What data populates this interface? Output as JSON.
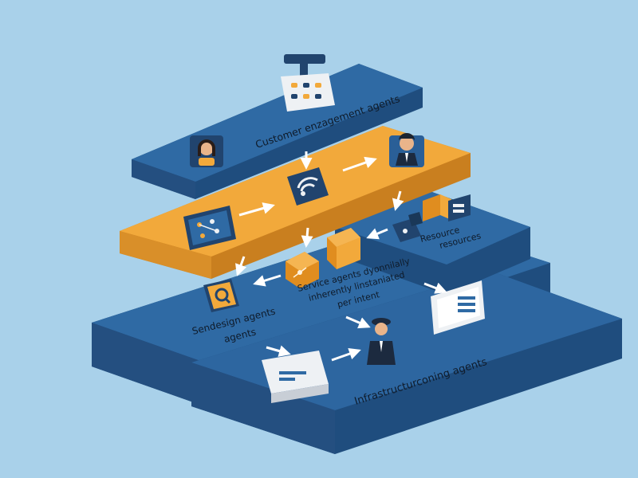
{
  "diagram": {
    "colors": {
      "background": "#a9d1ea",
      "blue_top": "#2f6aa4",
      "blue_side": "#1f4d7e",
      "orange_top": "#f2a93b",
      "orange_side": "#c97f1f",
      "icon_white": "#eef1f4",
      "icon_navy": "#21446e"
    },
    "layers": [
      {
        "id": "customer",
        "label": "Customer enzagement agents"
      },
      {
        "id": "service",
        "label_lines": [
          "Service agents dyonnilally",
          "inherently linstaniated",
          "per intent"
        ]
      },
      {
        "id": "resource",
        "label_lines": [
          "Resource",
          "resources"
        ]
      },
      {
        "id": "sensing",
        "label_lines": [
          "Sendesign agents",
          "agents"
        ]
      },
      {
        "id": "infrastructure",
        "label": "Infrastructurconing agents"
      }
    ],
    "icons": [
      "routing-board-icon",
      "support-agent-icon",
      "businessman-icon",
      "wifi-device-icon",
      "analytics-dashboard-icon",
      "orange-box-icon",
      "orange-cubes-icon",
      "network-box-icon",
      "search-box-icon",
      "server-rack-icon",
      "officer-icon",
      "server-unit-icon"
    ]
  }
}
